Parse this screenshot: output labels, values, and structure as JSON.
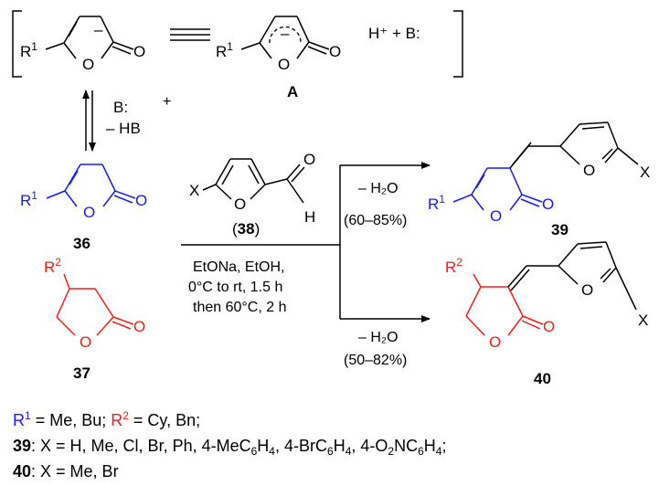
{
  "scheme": {
    "substituent_R": "R",
    "sup_1": "1",
    "sup_2": "2",
    "oxygen": "O",
    "charge_minus": "–",
    "proton_base": "H⁺ + B:",
    "label_A": "A",
    "base_reagent": "B:",
    "plus_sign": "+",
    "minus_HB": "– HB",
    "compound_36": "36",
    "compound_37": "37",
    "compound_38": "38",
    "compound_39": "39",
    "compound_40": "40",
    "aldehyde_H": "H",
    "furan_X": "X",
    "conditions": [
      "EtONa, EtOH,",
      "0°C to rt, 1.5 h",
      "then 60°C, 2 h"
    ],
    "water_loss_top": "– H₂O",
    "yield_top": "(60–85%)",
    "water_loss_bottom": "– H₂O",
    "yield_bottom": "(50–82%)"
  },
  "notes": {
    "line1_r1": "R",
    "line1_r1_sup": "1",
    "line1_r1_values": " = Me, Bu; ",
    "line1_r2": "R",
    "line1_r2_sup": "2",
    "line1_r2_values": " = Cy, Bn;",
    "line2_label": "39",
    "line2_text": ": X = H, Me, Cl, Br, Ph, 4-MeC",
    "line2_sub1": "6",
    "line2_text2": "H",
    "line2_sub2": "4",
    "line2_text3": ", 4-BrC",
    "line2_sub3": "6",
    "line2_text4": "H",
    "line2_sub4": "4",
    "line2_text5": ", 4-O",
    "line2_sub5": "2",
    "line2_text6": "NC",
    "line2_sub6": "6",
    "line2_text7": "H",
    "line2_sub7": "4",
    "line2_text8": ";",
    "line3_label": "40",
    "line3_text": ": X = Me, Br"
  },
  "colors": {
    "blue": "#1a1aff",
    "red": "#ff1a1a",
    "black": "#000000"
  }
}
